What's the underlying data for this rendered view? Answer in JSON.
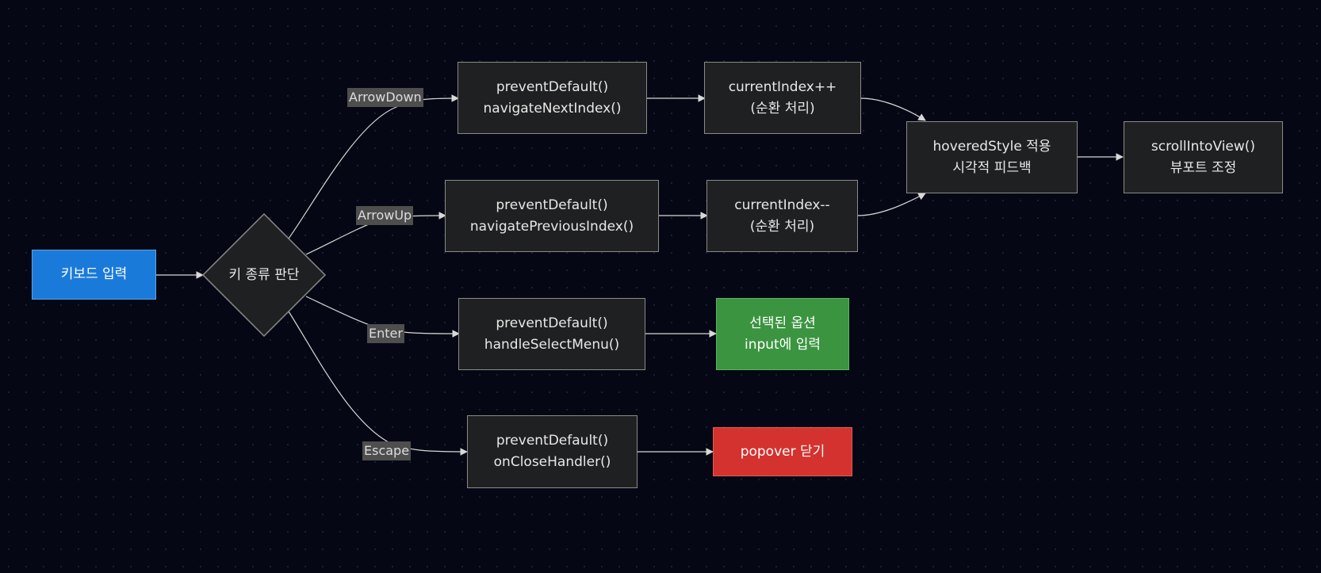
{
  "colors": {
    "background": "#050814",
    "node_fill": "#1f2021",
    "node_border": "#8a8a8a",
    "start_fill": "#1a7ad9",
    "success_fill": "#3b9440",
    "danger_fill": "#d4322f",
    "edge": "#d8d8d8"
  },
  "nodes": {
    "keyboard_input": "키보드 입력",
    "key_decision": "키 종류 판단",
    "down_handler": [
      "preventDefault()",
      "navigateNextIndex()"
    ],
    "up_handler": [
      "preventDefault()",
      "navigatePreviousIndex()"
    ],
    "enter_handler": [
      "preventDefault()",
      "handleSelectMenu()"
    ],
    "escape_handler": [
      "preventDefault()",
      "onCloseHandler()"
    ],
    "index_increment": [
      "currentIndex++",
      "(순환 처리)"
    ],
    "index_decrement": [
      "currentIndex--",
      "(순환 처리)"
    ],
    "select_result": [
      "선택된 옵션",
      "input에 입력"
    ],
    "close_result": "popover 닫기",
    "hovered_style": [
      "hoveredStyle 적용",
      "시각적 피드백"
    ],
    "scroll_into_view": [
      "scrollIntoView()",
      "뷰포트 조정"
    ]
  },
  "edge_labels": {
    "arrow_down": "ArrowDown",
    "arrow_up": "ArrowUp",
    "enter": "Enter",
    "escape": "Escape"
  }
}
